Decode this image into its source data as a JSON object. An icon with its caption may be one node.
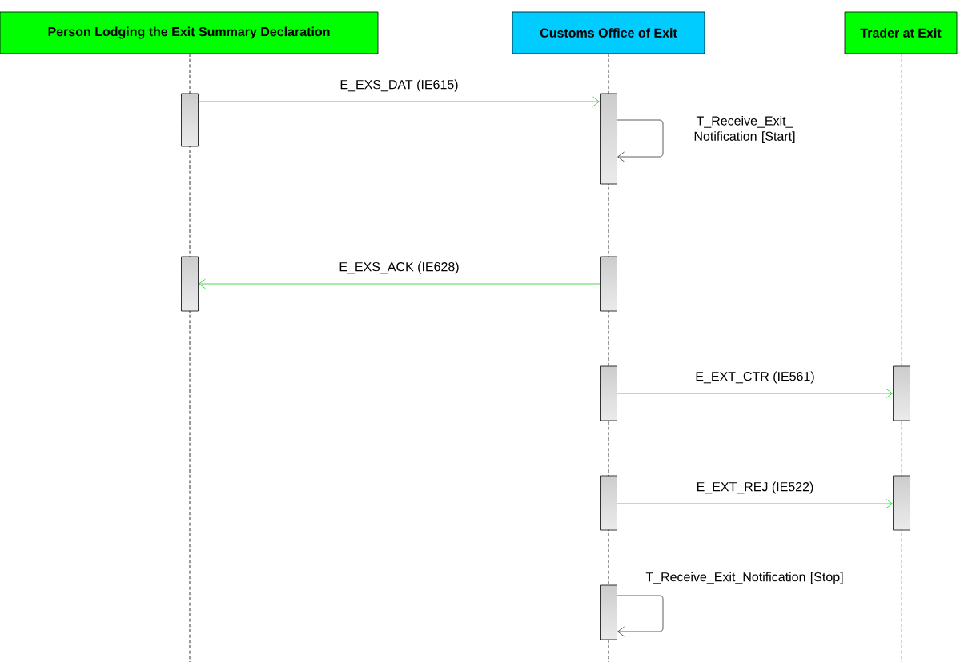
{
  "diagram": {
    "nodes": [
      {
        "text": [
          "Person Lodging the Exit Summary Declaration"
        ]
      },
      {
        "text": [
          "Customs Office of Exit"
        ]
      },
      {
        "text": [
          "Trader at Exit"
        ]
      },
      {
        "text": [],
        "shape": "bar"
      },
      {
        "text": [],
        "shape": "bar"
      },
      {
        "text": [],
        "shape": "bar"
      },
      {
        "text": [],
        "shape": "bar"
      },
      {
        "text": [],
        "shape": "bar"
      },
      {
        "text": [],
        "shape": "bar"
      },
      {
        "text": [],
        "shape": "bar"
      },
      {
        "text": [],
        "shape": "bar"
      },
      {
        "text": [],
        "shape": "bar"
      }
    ],
    "edges": [
      {
        "from": 3,
        "to": 4,
        "arrow": "to",
        "label": "E_EXS_DAT (IE615)"
      },
      {
        "from": 4,
        "to": 4,
        "arrow": "to",
        "label": "T_Receive_Exit_ Notification [Start]",
        "color": "#333333"
      },
      {
        "from": 6,
        "to": 5,
        "arrow": "to",
        "label": "E_EXS_ACK (IE628)"
      },
      {
        "from": 7,
        "to": 8,
        "arrow": "to",
        "label": "E_EXT_CTR (IE561)"
      },
      {
        "from": 9,
        "to": 10,
        "arrow": "to",
        "label": "E_EXT_REJ (IE522)"
      },
      {
        "from": 11,
        "to": 11,
        "arrow": "to",
        "label": "T_Receive_Exit_Notification [Stop]",
        "color": "#333333"
      }
    ]
  }
}
